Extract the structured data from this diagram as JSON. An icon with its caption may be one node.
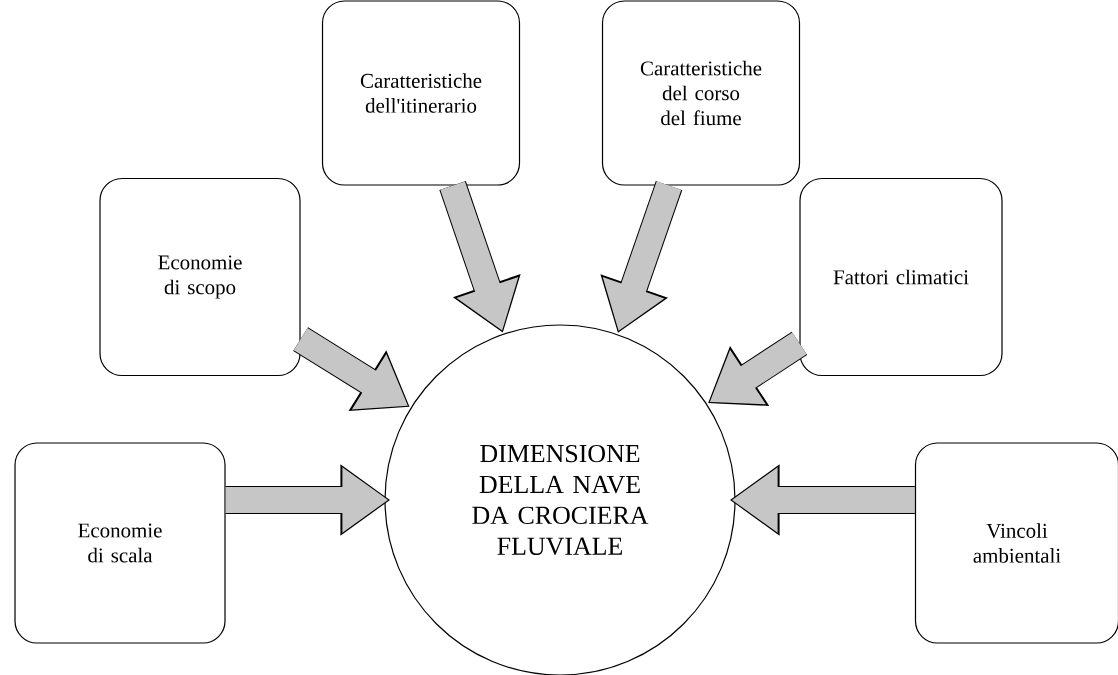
{
  "diagram": {
    "nodes": [
      {
        "text": [
          "Economie di scala"
        ]
      },
      {
        "text": [
          "Economie di scopo"
        ]
      },
      {
        "text": [
          "Caratteristiche dell'itinerario"
        ]
      },
      {
        "text": [
          "Caratteristiche del corso del fiume"
        ]
      },
      {
        "text": [
          "Fattori climatici"
        ]
      },
      {
        "text": [
          "Vincoli ambientali"
        ]
      },
      {
        "text": [
          "DIMENSIONE DELLA NAVE DA CROCIERA FLUVIALE"
        ]
      }
    ],
    "edges": [
      {
        "from": 0,
        "to": 6,
        "arrow": "to"
      },
      {
        "from": 1,
        "to": 6,
        "arrow": "to"
      },
      {
        "from": 2,
        "to": 6,
        "arrow": "to"
      },
      {
        "from": 3,
        "to": 6,
        "arrow": "to"
      },
      {
        "from": 4,
        "to": 6,
        "arrow": "to"
      },
      {
        "from": 5,
        "to": 6,
        "arrow": "to"
      }
    ]
  }
}
